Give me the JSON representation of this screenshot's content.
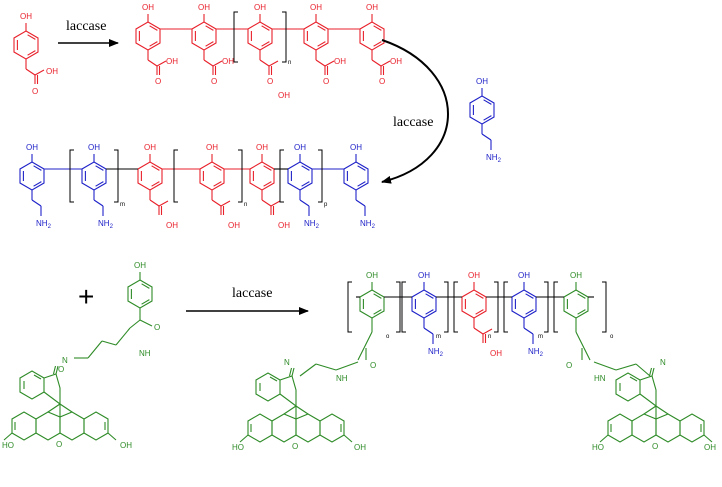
{
  "colors": {
    "red": "#e8212b",
    "blue": "#1f22c8",
    "green": "#2e8b27",
    "black": "#000000"
  },
  "labels": {
    "laccase_top": "laccase",
    "laccase_mid": "laccase",
    "laccase_bottom": "laccase",
    "plus": "+"
  },
  "atoms": {
    "oh": "OH",
    "ho": "HO",
    "o": "O",
    "n": "N",
    "nh": "NH",
    "hn": "HN",
    "nh2": "NH",
    "two": "2"
  },
  "subscripts": {
    "n": "n",
    "m": "m",
    "p": "p",
    "o": "o"
  },
  "molecules": {
    "hydroxyphenylacetic_acid": "4-hydroxyphenylacetic acid",
    "tyramine": "tyramine",
    "fluorescein_conjugate": "fluorescein-tyramine conjugate"
  }
}
